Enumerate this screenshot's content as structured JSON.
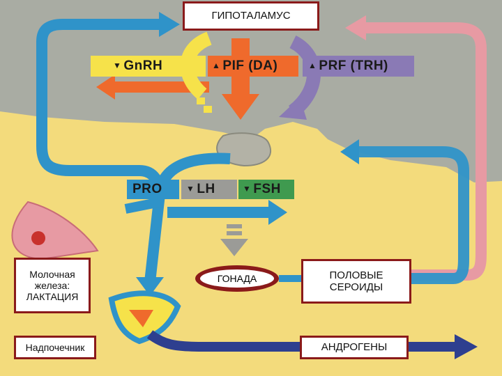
{
  "hypothalamus": "ГИПОТАЛАМУС",
  "hormones": {
    "gnrh": "GnRH",
    "pif": "PIF (DA)",
    "prf": "PRF (TRH)",
    "pro": "PRO",
    "lh": "LH",
    "fsh": "FSH"
  },
  "boxes": {
    "mammary": "Молочная железа: ЛАКТАЦИЯ",
    "adrenal": "Надпочечник",
    "gonad": "ГОНАДА",
    "steroids": "ПОЛОВЫЕ СЕРОИДЫ",
    "androgens": "АНДРОГЕНЫ"
  },
  "colors": {
    "background_lower": "#f3db7c",
    "background_upper": "#a9aca3",
    "blue": "#2f93c9",
    "navy": "#2e3f8f",
    "orange": "#ef6a2c",
    "yellow": "#f6e24a",
    "purple": "#8a7ab5",
    "pink": "#e79aa3",
    "green": "#3f9a4f",
    "gray": "#9b9b97",
    "box_border": "#8a1a1a"
  }
}
